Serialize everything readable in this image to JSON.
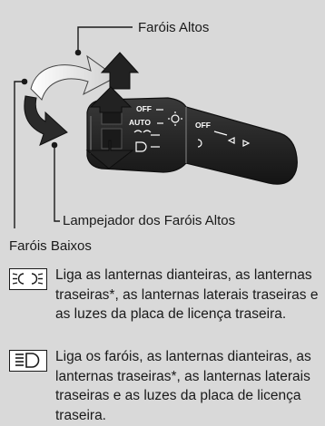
{
  "labels": {
    "high_beam": "Faróis Altos",
    "flasher": "Lampejador dos Faróis Altos",
    "low_beam": "Faróis Baixos"
  },
  "stalk": {
    "off_label": "OFF",
    "auto_label": "AUTO",
    "ring_off_label": "OFF"
  },
  "legend": [
    {
      "icon": "parking-lights-icon",
      "text": "Liga as lanternas dianteiras, as lanternas traseiras*, as lanternas laterais traseiras e as luzes da placa de licença traseira."
    },
    {
      "icon": "headlight-icon",
      "text": "Liga os faróis, as lanternas dianteiras, as lanternas traseiras*, as lanternas laterais traseiras e as luzes da placa de licença traseira."
    }
  ],
  "colors": {
    "background": "#d9d9d9",
    "stalk": "#262626",
    "arrow": "#222222",
    "text": "#1a1a1a"
  }
}
